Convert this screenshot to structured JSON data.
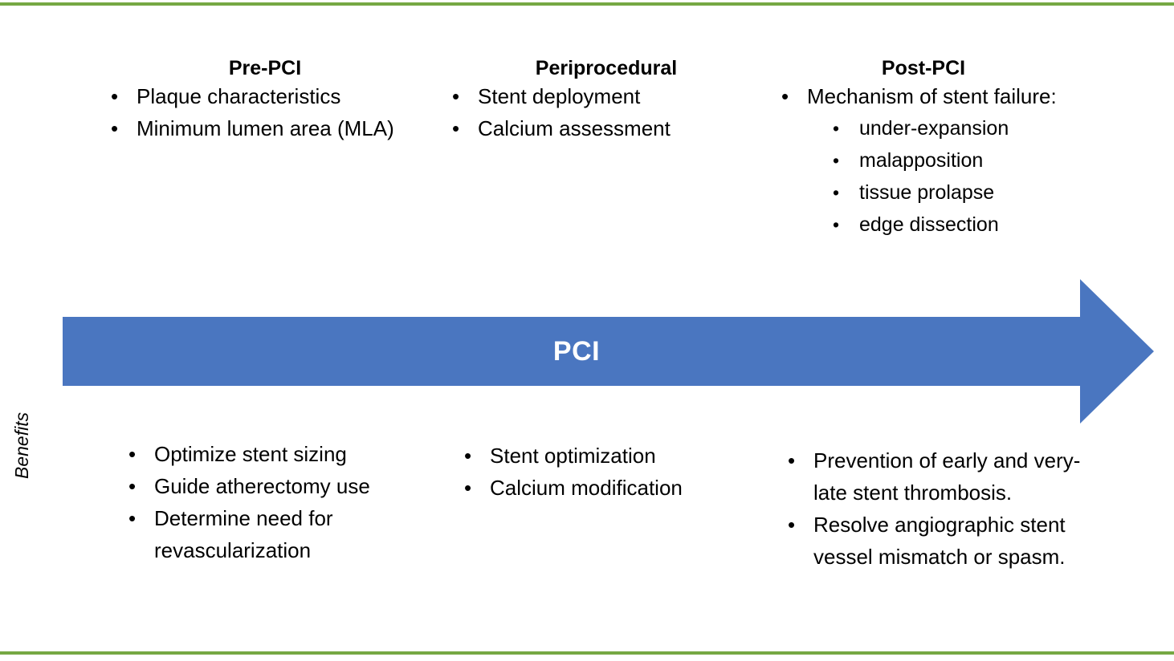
{
  "slide": {
    "accent_line_color": "#76a843",
    "arrow_color": "#4a76c0",
    "arrow_label": "PCI",
    "benefits_label": "Benefits"
  },
  "phases": [
    {
      "id": "pre-pci",
      "title": "Pre-PCI",
      "bullets": [
        "Plaque characteristics",
        "Minimum lumen area (MLA)"
      ],
      "sub_bullets": []
    },
    {
      "id": "periprocedural",
      "title": "Periprocedural",
      "bullets": [
        "Stent deployment",
        "Calcium assessment"
      ],
      "sub_bullets": []
    },
    {
      "id": "post-pci",
      "title": "Post-PCI",
      "bullets": [
        "Mechanism of stent failure:"
      ],
      "sub_bullets": [
        "under-expansion",
        "malapposition",
        "tissue prolapse",
        "edge dissection"
      ]
    }
  ],
  "benefits": [
    {
      "id": "pre-pci-benefits",
      "bullets": [
        "Optimize stent sizing",
        "Guide atherectomy use",
        "Determine need for revascularization"
      ]
    },
    {
      "id": "periprocedural-benefits",
      "bullets": [
        "Stent optimization",
        "Calcium modification"
      ]
    },
    {
      "id": "post-pci-benefits",
      "bullets": [
        "Prevention of early and very-late stent thrombosis.",
        "Resolve angiographic stent vessel mismatch or spasm."
      ]
    }
  ]
}
